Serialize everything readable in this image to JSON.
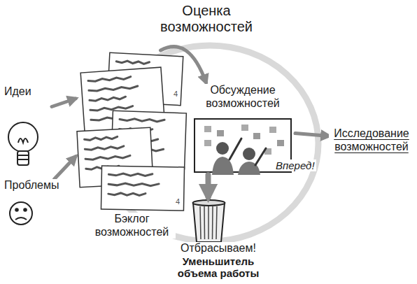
{
  "diagram": {
    "title": "Оценка возможностей",
    "nodes": [
      {
        "text": [
          "Идеи"
        ]
      },
      {
        "text": [
          "Проблемы"
        ]
      },
      {
        "text": [
          "Бэклог возможностей"
        ]
      },
      {
        "text": [
          "Обсуждение возможностей"
        ]
      },
      {
        "text": [
          "Исследование возможностей"
        ]
      },
      {
        "text": [
          "Отбрасываем!",
          "Уменьшитель объема работы"
        ]
      }
    ],
    "edges": [
      {
        "from": 0,
        "to": 2,
        "arrow": "to"
      },
      {
        "from": 1,
        "to": 2,
        "arrow": "to"
      },
      {
        "from": 2,
        "to": 3,
        "arrow": "to"
      },
      {
        "from": 3,
        "to": 4,
        "arrow": "to",
        "label": "Вперед!"
      },
      {
        "from": 3,
        "to": 5,
        "arrow": "to"
      }
    ],
    "labels": [
      "4",
      "4"
    ]
  }
}
